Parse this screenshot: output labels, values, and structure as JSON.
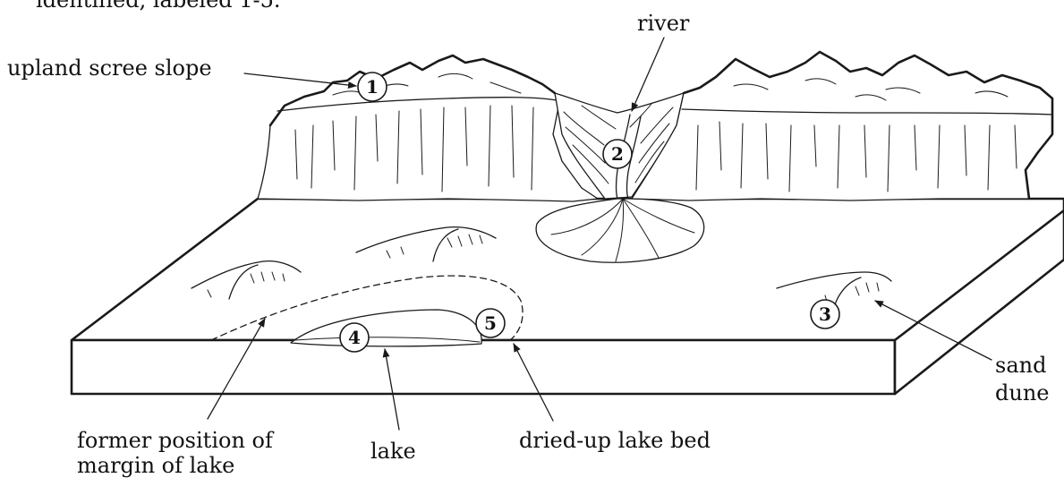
{
  "caption_fragment": "identified, labeled 1-5.",
  "labels": {
    "upland_scree_slope": "upland scree slope",
    "river": "river",
    "sand_dune_line1": "sand",
    "sand_dune_line2": "dune",
    "former_margin_line1": "former position of",
    "former_margin_line2": "margin of lake",
    "lake": "lake",
    "dried_lake_bed": "dried-up lake bed"
  },
  "markers": [
    "1",
    "2",
    "3",
    "4",
    "5"
  ]
}
